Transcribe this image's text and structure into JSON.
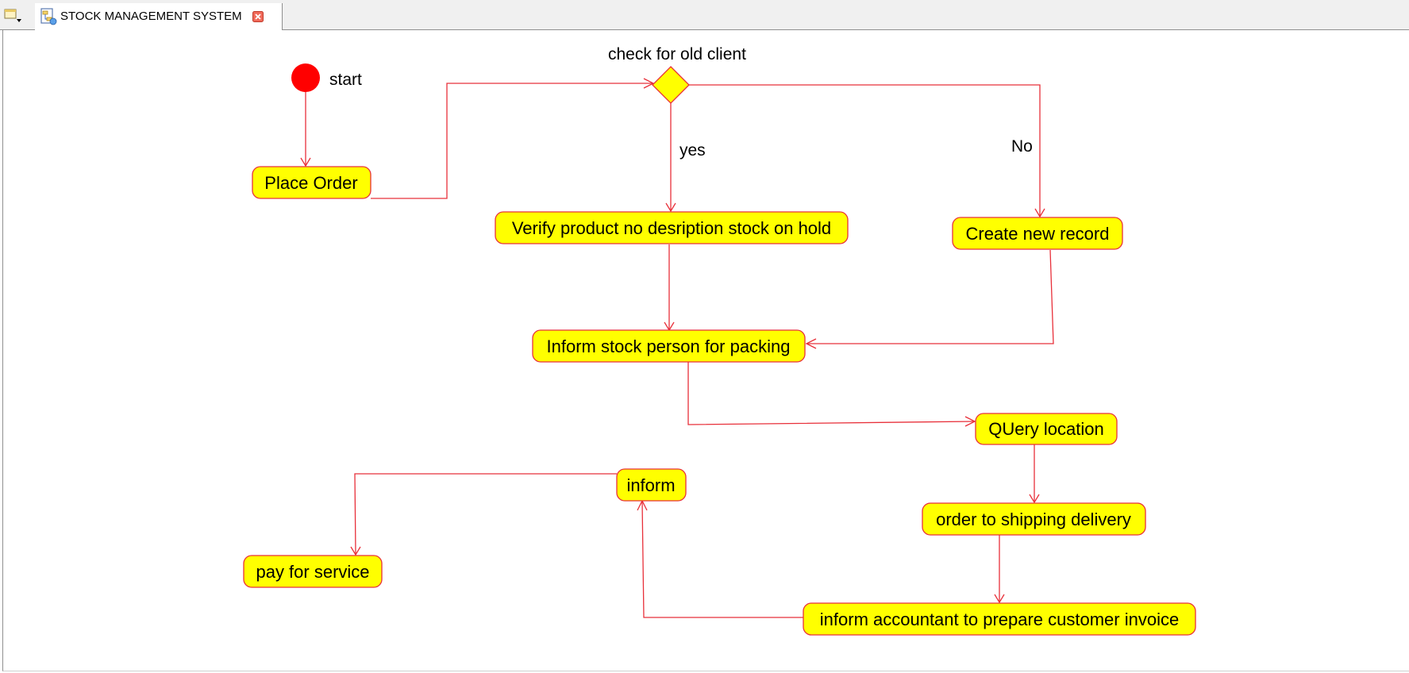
{
  "tab": {
    "title": "STOCK MANAGEMENT SYSTEM"
  },
  "colors": {
    "node_fill": "#ffff00",
    "stroke": "#e8303a",
    "start_fill": "#ff0000",
    "text": "#000000"
  },
  "diagram": {
    "start_label": "start",
    "decision_label": "check for old client",
    "guards": {
      "yes": "yes",
      "no": "No"
    },
    "activities": {
      "place_order": "Place Order",
      "verify": "Verify product no desription stock on hold",
      "create_record": "Create new record",
      "inform_stock": "Inform stock person for packing",
      "query_location": "QUery location",
      "order_shipping": "order to shipping delivery",
      "inform_accountant": "inform accountant to prepare customer invoice",
      "inform": "inform",
      "pay_service": "pay for service"
    }
  }
}
